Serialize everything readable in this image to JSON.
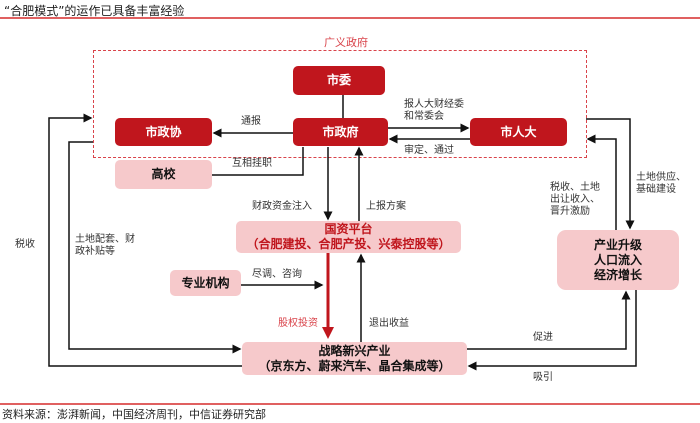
{
  "title": "“合肥模式”的运作已具备丰富经验",
  "group_label": "广义政府",
  "nodes": {
    "shiwei": "市委",
    "zhengxie": "市政协",
    "zhengfu": "市政府",
    "renda": "市人大",
    "gaoxiao": "高校",
    "guozi_1": "国资平台",
    "guozi_2": "（合肥建投、合肥产投、兴泰控股等）",
    "zhuanye": "专业机构",
    "zhanlue_1": "战略新兴产业",
    "zhanlue_2": "（京东方、蔚来汽车、晶合集成等）",
    "chanye_1": "产业升级",
    "chanye_2": "人口流入",
    "chanye_3": "经济增长"
  },
  "edges": {
    "tongbao": "通报",
    "bao_renda_1": "报人大财经委",
    "bao_renda_2": "和常委会",
    "shending": "审定、通过",
    "guazhi": "互相挂职",
    "caizheng": "财政资金注入",
    "shangbao": "上报方案",
    "jindiao": "尽调、咨询",
    "guquan": "股权投资",
    "tuichu": "退出收益",
    "shuishou": "税收",
    "tudi_1": "土地配套、财",
    "tudi_2": "政补贴等",
    "gongying_1": "土地供应、",
    "gongying_2": "基础建设",
    "jili_1": "税收、土地",
    "jili_2": "出让收入、",
    "jili_3": "晋升激励",
    "cujin": "促进",
    "xiyin": "吸引"
  },
  "source": "资料来源：澎湃新闻，中国经济周刊，中信证券研究部"
}
